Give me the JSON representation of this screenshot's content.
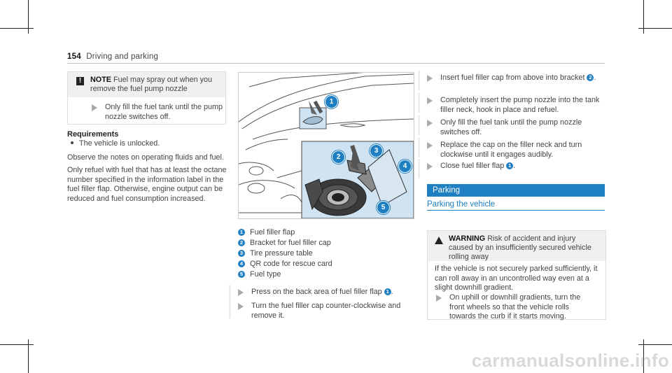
{
  "header": {
    "page_number": "154",
    "section": "Driving and parking"
  },
  "left_column": {
    "note": {
      "label": "NOTE",
      "text": "Fuel may spray out when you remove the fuel pump nozzle"
    },
    "note_step": "Only fill the fuel tank until the pump nozzle switches off.",
    "requirements_heading": "Requirements",
    "requirements_bullet": "The vehicle is unlocked.",
    "paragraph1": "Observe the notes on operating fluids and fuel.",
    "paragraph2": "Only refuel with fuel that has at least the octane number specified in the information label in the fuel filler flap. Otherwise, engine output can be reduced and fuel consumption increased."
  },
  "figure": {
    "callouts": [
      "1",
      "2",
      "3",
      "4",
      "5"
    ],
    "colors": {
      "highlight": "#cfe3f2",
      "callout": "#1e7fc2"
    }
  },
  "legend": [
    {
      "num": "1",
      "text": "Fuel filler flap"
    },
    {
      "num": "2",
      "text": "Bracket for fuel filler cap"
    },
    {
      "num": "3",
      "text": "Tire pressure table"
    },
    {
      "num": "4",
      "text": "QR code for rescue card"
    },
    {
      "num": "5",
      "text": "Fuel type"
    }
  ],
  "middle_steps": [
    {
      "text_before": "Press on the back area of fuel filler flap",
      "ref": "1",
      "text_after": "."
    },
    {
      "text": "Turn the fuel filler cap counter-clockwise and remove it."
    }
  ],
  "right_steps": [
    {
      "text_before": "Insert fuel filler cap from above into bracket",
      "ref": "2",
      "text_after": "."
    },
    {
      "text": "Completely insert the pump nozzle into the tank filler neck, hook in place and refuel."
    },
    {
      "text": "Only fill the fuel tank until the pump nozzle switches off."
    },
    {
      "text": "Replace the cap on the filler neck and turn clockwise until it engages audibly."
    },
    {
      "text_before": "Close fuel filler flap",
      "ref": "1",
      "text_after": "."
    }
  ],
  "section_title": "Parking",
  "subsection_title": "Parking the vehicle",
  "warning": {
    "label": "WARNING",
    "text": "Risk of accident and injury caused by an insufficiently secured vehicle rolling away",
    "body": "If the vehicle is not securely parked sufficiently, it can roll away in an uncontrolled way even at a slight downhill gradient.",
    "step": "On uphill or downhill gradients, turn the front wheels so that the vehicle rolls towards the curb if it starts moving."
  },
  "watermark": "carmanualsonline.info"
}
